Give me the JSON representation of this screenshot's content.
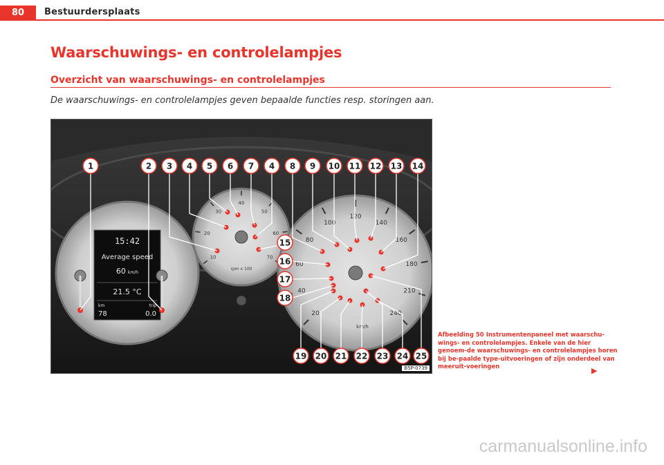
{
  "header": {
    "page_number": "80",
    "section": "Bestuurdersplaats"
  },
  "chapter_title": "Waarschuwings- en controlelampjes",
  "section_title": "Overzicht van waarschuwings- en controlelampjes",
  "intro": "De waarschuwings- en controlelampjes geven bepaalde functies resp. storingen aan.",
  "figure": {
    "code": "B5P-0739",
    "callouts_top": [
      "1",
      "2",
      "3",
      "4",
      "5",
      "6",
      "7",
      "4",
      "8",
      "9",
      "10",
      "11",
      "12",
      "13",
      "14"
    ],
    "callouts_left": [
      "15",
      "16",
      "17",
      "18"
    ],
    "callouts_bottom": [
      "19",
      "20",
      "21",
      "22",
      "23",
      "24",
      "25"
    ],
    "display": {
      "time": "15:42",
      "mode": "Average speed",
      "value": "60",
      "value_unit": "km/h",
      "temperature": "21.5 °C",
      "km_label": "km",
      "km_value": "78",
      "trip_label": "trip",
      "trip_value": "0.0"
    },
    "speedometer_ticks": [
      "20",
      "40",
      "60",
      "80",
      "100",
      "120",
      "140",
      "160",
      "180",
      "210",
      "240"
    ],
    "speed_unit": "km/h",
    "tacho_ticks": [
      "10",
      "20",
      "30",
      "40",
      "50",
      "60",
      "70"
    ],
    "tacho_unit": "rpm x 100"
  },
  "caption": {
    "label": "Afbeelding 50",
    "text": "Instrumentenpaneel met waarschu-wings- en controlelampjes. Enkele van de hier genoem-de waarschuwings- en controlelampjes horen bij be-paalde type-uitvoeringen of zijn onderdeel van meeruit-voeringen"
  },
  "next_arrow": "▶",
  "watermark": "carmanualsonline.info",
  "colors": {
    "accent": "#e8342b",
    "callout_bg": "#ffffff",
    "callout_border": "#e8342b"
  }
}
